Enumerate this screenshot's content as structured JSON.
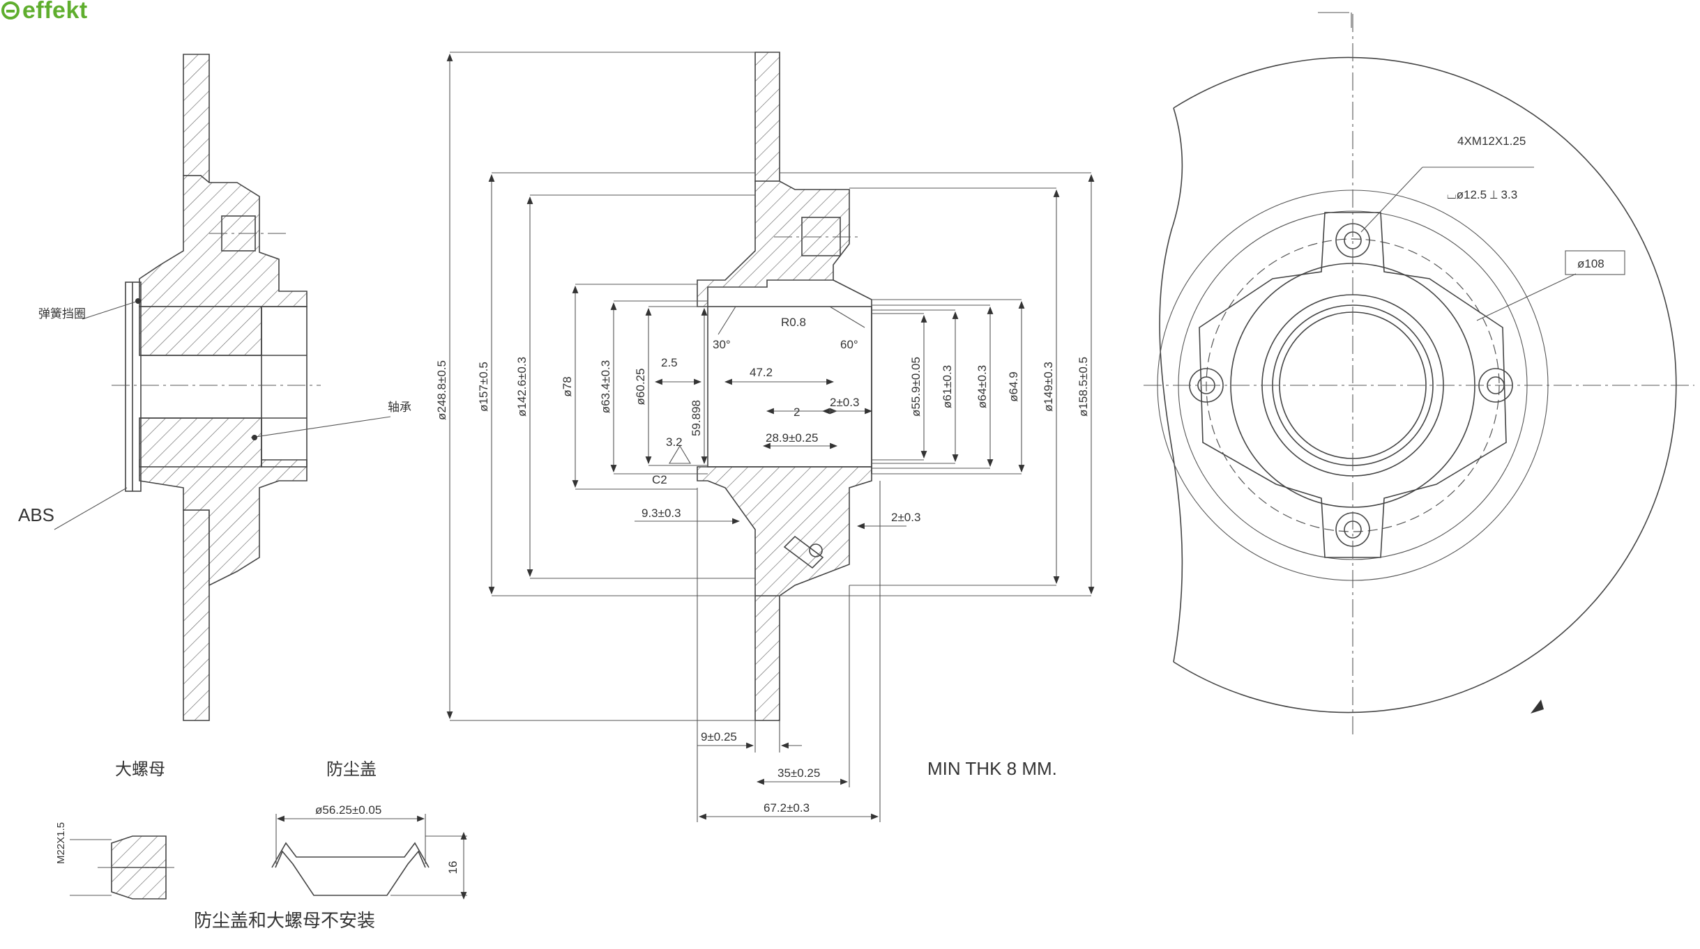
{
  "brand": {
    "name": "effekt",
    "color": "#5fae2e"
  },
  "labels": {
    "circlip": "弹簧挡圈",
    "bearing": "轴承",
    "abs": "ABS",
    "big_nut": "大螺母",
    "dust_cap": "防尘盖",
    "note_cn": "防尘盖和大螺母不安装",
    "min_thk": "MIN THK 8 MM.",
    "bolt_spec": "4XM12X1.25",
    "cbore": "⌴ø12.5 ⟂ 3.3",
    "pcd": "ø108"
  },
  "dims": {
    "d1": "ø248.8±0.5",
    "d2": "ø157±0.5",
    "d3": "ø142.6±0.3",
    "d4": "ø78",
    "d5": "ø63.4±0.3",
    "d6": "ø60.25",
    "d7": "59.898",
    "d8": "ø55.9±0.05",
    "d9": "ø61±0.3",
    "d10": "ø64±0.3",
    "d11": "ø64.9",
    "d12": "ø149±0.3",
    "d13": "ø158.5±0.5",
    "ch1": "2.5",
    "r1": "R0.8",
    "a1": "30°",
    "a2": "60°",
    "l1": "47.2",
    "l2": "2",
    "l3": "2±0.3",
    "l4": "28.9±0.25",
    "rough": "3.2",
    "c2": "C2",
    "l5": "9.3±0.3",
    "l6": "2±0.3",
    "l7": "9±0.25",
    "l8": "35±0.25",
    "l9": "67.2±0.3",
    "cap_d": "ø56.25±0.05",
    "cap_h": "16",
    "nut": "M22X1.5"
  }
}
